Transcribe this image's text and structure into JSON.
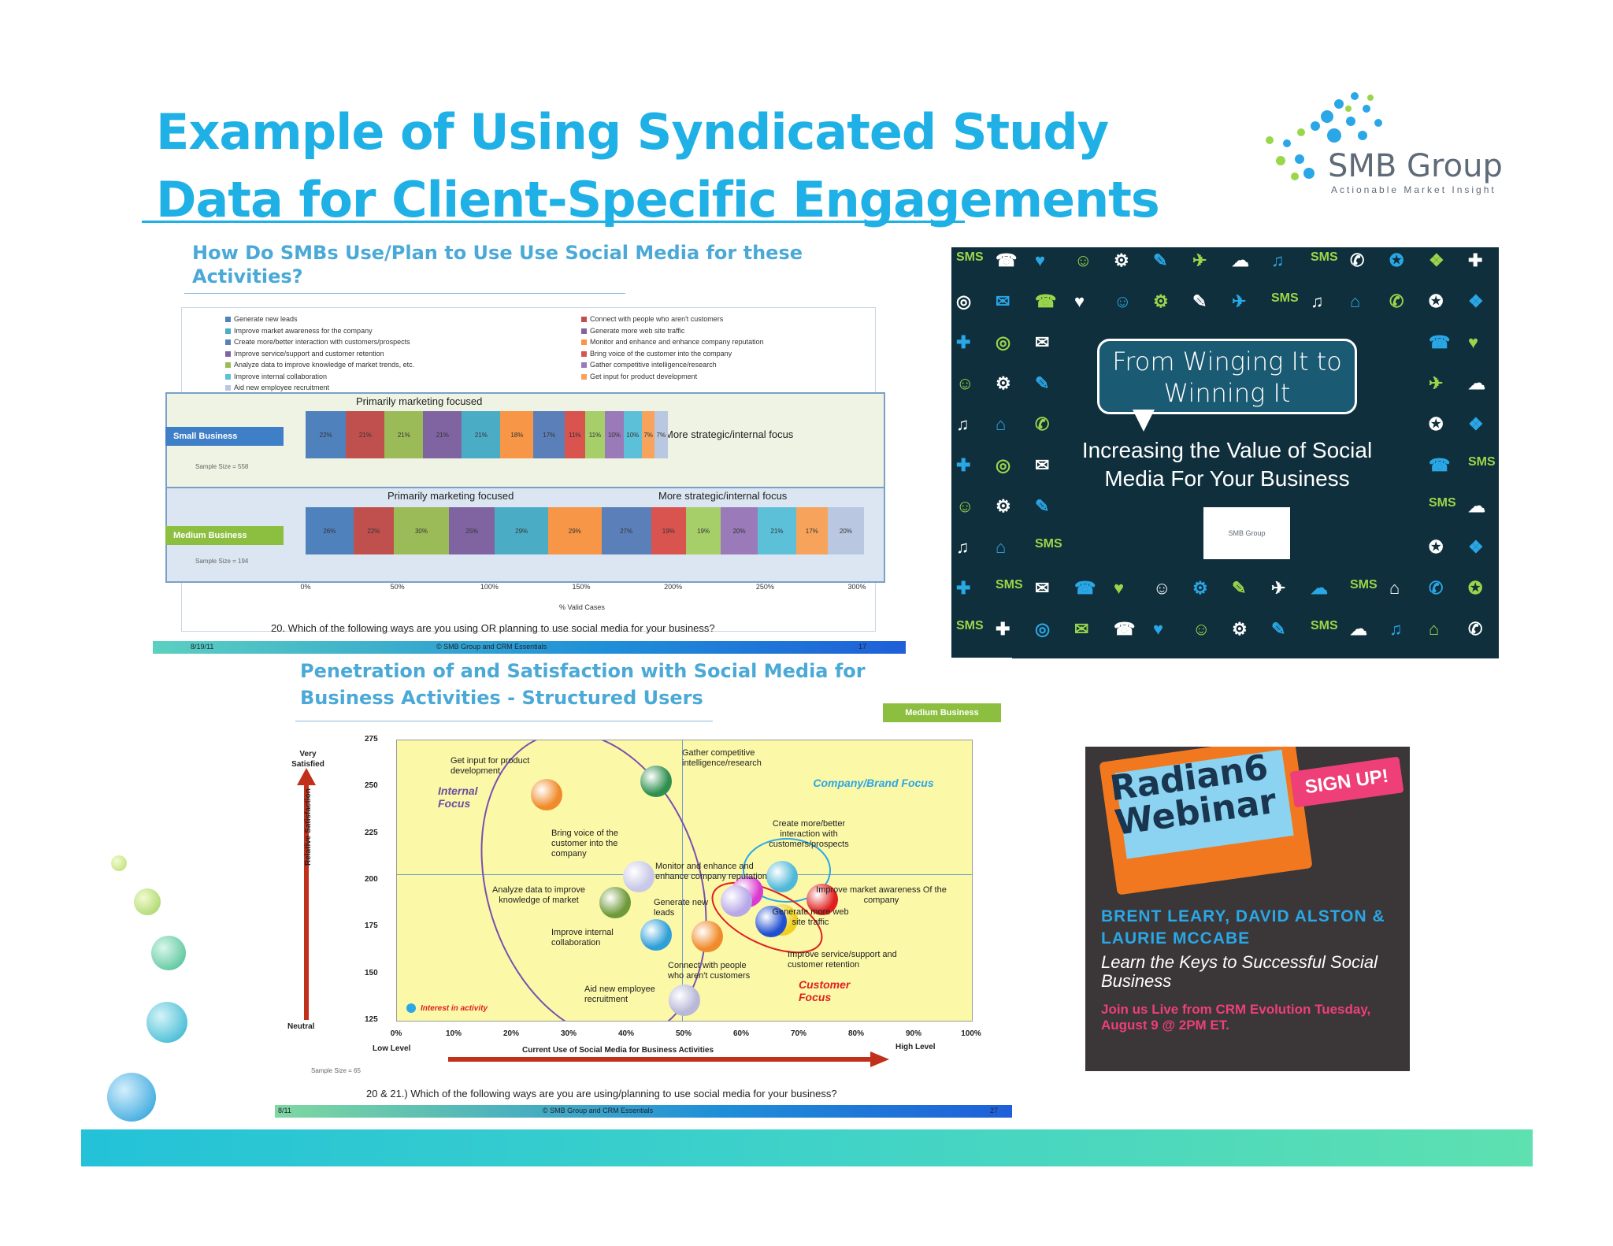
{
  "slide": {
    "title": "Example of Using Syndicated Study Data for Client-Specific Engagements",
    "logo": {
      "name": "SMB Group",
      "tagline": "Actionable Market Insight"
    }
  },
  "panel_bar_chart": {
    "heading": "How Do SMBs Use/Plan to Use Use Social Media for these Activities?",
    "legend_left": [
      "Generate new leads",
      "Improve market awareness for the company",
      "Create more/better interaction with customers/prospects",
      "Improve service/support and customer retention",
      "Analyze data to improve knowledge of market trends, etc.",
      "Improve internal collaboration",
      "Aid new employee recruitment"
    ],
    "legend_right": [
      "Connect with people who aren't customers",
      "Generate more web site traffic",
      "Monitor and enhance and enhance company reputation",
      "Bring voice of the customer into the company",
      "Gather competitive intelligence/research",
      "Get input for product development"
    ],
    "small_business": {
      "label": "Small Business",
      "sample": "Sample Size = 558",
      "group1_label": "Primarily marketing focused",
      "group2_label": "More strategic/internal focus"
    },
    "medium_business": {
      "label": "Medium Business",
      "sample": "Sample Size = 194",
      "group1_label": "Primarily marketing focused",
      "group2_label": "More strategic/internal focus"
    },
    "x_axis_title": "% Valid Cases",
    "question": "20. Which of the following ways are you using OR planning to use social media for your business?",
    "footer": {
      "date": "8/19/11",
      "credit": "© SMB Group and CRM Essentials",
      "page": "17"
    }
  },
  "chart_data": [
    {
      "type": "bar",
      "stacked": true,
      "orientation": "horizontal",
      "categories": [
        "Small Business",
        "Medium Business"
      ],
      "xlabel": "% Valid Cases",
      "xlim": [
        0,
        300
      ],
      "x_ticks": [
        "0%",
        "50%",
        "100%",
        "150%",
        "200%",
        "250%",
        "300%"
      ],
      "series": [
        {
          "category": "Small Business",
          "values": [
            22,
            21,
            21,
            21,
            21,
            18,
            17,
            11,
            11,
            10,
            10,
            7,
            7
          ],
          "labels": [
            "22%",
            "21%",
            "21%",
            "21%",
            "21%",
            "18%",
            "17%",
            "11%",
            "11%",
            "10%",
            "10%",
            "7%",
            "7%"
          ]
        },
        {
          "category": "Medium Business",
          "values": [
            26,
            22,
            30,
            25,
            29,
            29,
            27,
            19,
            19,
            20,
            21,
            17,
            20
          ],
          "labels": [
            "26%",
            "22%",
            "30%",
            "25%",
            "29%",
            "29%",
            "27%",
            "19%",
            "19%",
            "20%",
            "21%",
            "17%",
            "20%"
          ]
        }
      ],
      "colors": [
        "#4f81bd",
        "#c0504d",
        "#9bbb59",
        "#8064a2",
        "#4bacc6",
        "#f79646",
        "#5b7fb8",
        "#d9534f",
        "#a6cf6a",
        "#9a7ab8",
        "#5cc0d8",
        "#f7a35c",
        "#b9c7e0"
      ]
    },
    {
      "type": "scatter",
      "title": "Penetration of and Satisfaction with Social Media for Business Activities - Structured Users",
      "xlabel": "Current Use of Social Media for Business Activities",
      "ylabel": "Relative Satisfaction",
      "xlim": [
        0,
        100
      ],
      "ylim": [
        125,
        275
      ],
      "x_ticks": [
        "0%",
        "10%",
        "20%",
        "30%",
        "40%",
        "50%",
        "60%",
        "70%",
        "80%",
        "90%",
        "100%"
      ],
      "y_ticks": [
        "125",
        "150",
        "175",
        "200",
        "225",
        "250",
        "275"
      ],
      "points": [
        {
          "label": "Get input for product development",
          "x": 26,
          "y": 246,
          "color": "#f08a2a"
        },
        {
          "label": "Gather competitive intelligence/research",
          "x": 45,
          "y": 253,
          "color": "#2f8f4f"
        },
        {
          "label": "Bring voice of the customer into the company",
          "x": 42,
          "y": 202,
          "color": "#c8c8e8"
        },
        {
          "label": "Analyze data to improve knowledge of market",
          "x": 38,
          "y": 188,
          "color": "#6f9a3a"
        },
        {
          "label": "Create more/better interaction with customers/prospects",
          "x": 67,
          "y": 202,
          "color": "#4fb8d8"
        },
        {
          "label": "Monitor and enhance and enhance company reputation",
          "x": 61,
          "y": 194,
          "color": "#d93ad0"
        },
        {
          "label": "Generate new leads",
          "x": 59,
          "y": 189,
          "color": "#b8a8e8"
        },
        {
          "label": "Improve market awareness Of the company",
          "x": 74,
          "y": 190,
          "color": "#e02020"
        },
        {
          "label": "Generate more web site traffic",
          "x": 67,
          "y": 179,
          "color": "#f0d020"
        },
        {
          "label": "Improve service/support and customer retention",
          "x": 65,
          "y": 178,
          "color": "#2050d0"
        },
        {
          "label": "Improve internal collaboration",
          "x": 45,
          "y": 171,
          "color": "#2f9fd8"
        },
        {
          "label": "Connect with people who aren't customers",
          "x": 54,
          "y": 170,
          "color": "#f08a2a"
        },
        {
          "label": "Aid new employee recruitment",
          "x": 50,
          "y": 136,
          "color": "#b8b8d8"
        }
      ]
    }
  ],
  "panel_scatter": {
    "heading": "Penetration of and Satisfaction with Social Media for Business Activities - Structured Users",
    "segment_button": "Medium Business",
    "y_top": "Very Satisfied",
    "y_bottom": "Neutral",
    "y_axis_title": "Relative Satisfaction",
    "x_left": "Low Level",
    "x_right": "High Level",
    "x_axis_title": "Current Use of Social Media for Business Activities",
    "sample": "Sample Size = 65",
    "legend_note": "Interest in activity",
    "focus_internal": "Internal Focus",
    "focus_brand": "Company/Brand Focus",
    "focus_customer": "Customer Focus",
    "labels": {
      "input": "Get input for product development",
      "gather": "Gather competitive intelligence/research",
      "create": "Create more/better interaction with customers/prospects",
      "voice": "Bring voice of the customer into the company",
      "monitor": "Monitor and enhance and enhance company reputation",
      "analyze": "Analyze data to improve knowledge of market",
      "awareness": "Improve market awareness Of the company",
      "leads": "Generate new leads",
      "traffic": "Generate more web site traffic",
      "internal": "Improve internal collaboration",
      "service": "Improve service/support and customer retention",
      "connect": "Connect with people who aren't customers",
      "recruit": "Aid new employee recruitment"
    },
    "question": "20 & 21.) Which of the following ways are you are using/planning to use social media for your business?",
    "footer": {
      "date": "8/11",
      "credit": "© SMB Group and CRM Essentials",
      "page": "27"
    }
  },
  "panel_social": {
    "bubble_text": "From Winging It to Winning It",
    "subtitle": "Increasing the Value of Social Media For Your Business",
    "logo_text": "SMB Group",
    "sms": "SMS"
  },
  "panel_webinar": {
    "brand": "Radian6",
    "title": "Webinar",
    "signup": "SIGN UP!",
    "names": "BRENT LEARY, DAVID ALSTON & LAURIE MCCABE",
    "learn": "Learn the Keys to Successful Social Business",
    "join": "Join us Live from CRM Evolution Tuesday, August 9 @ 2PM ET."
  }
}
